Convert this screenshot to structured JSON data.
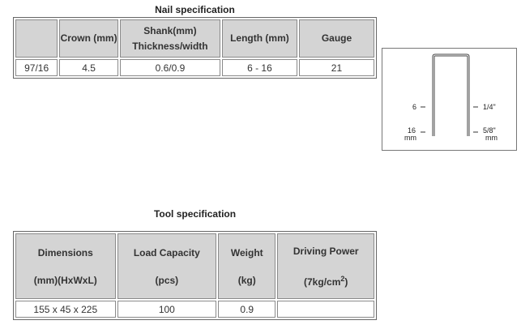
{
  "nail_spec": {
    "title": "Nail specification",
    "headers": [
      "",
      "Crown (mm)",
      "Shank(mm)",
      "Thickness/width",
      "Length (mm)",
      "Gauge"
    ],
    "row": [
      "97/16",
      "4.5",
      "0.6/0.9",
      "6 - 16",
      "21"
    ]
  },
  "tool_spec": {
    "title": "Tool specification",
    "headers": {
      "dimensions": [
        "Dimensions",
        "(mm)(HxWxL)"
      ],
      "load": [
        "Load Capacity",
        "(pcs)"
      ],
      "weight": [
        "Weight",
        "(kg)"
      ],
      "power": [
        "Driving Power",
        "(7kg/cm",
        "2",
        ")"
      ]
    },
    "row": [
      "155 x 45 x 225",
      "100",
      "0.9",
      ""
    ]
  },
  "diagram": {
    "left_top": "6",
    "left_bottom_1": "16",
    "left_bottom_2": "mm",
    "right_top": "1/4\"",
    "right_bottom_1": "5/8\"",
    "right_bottom_2": "mm"
  }
}
